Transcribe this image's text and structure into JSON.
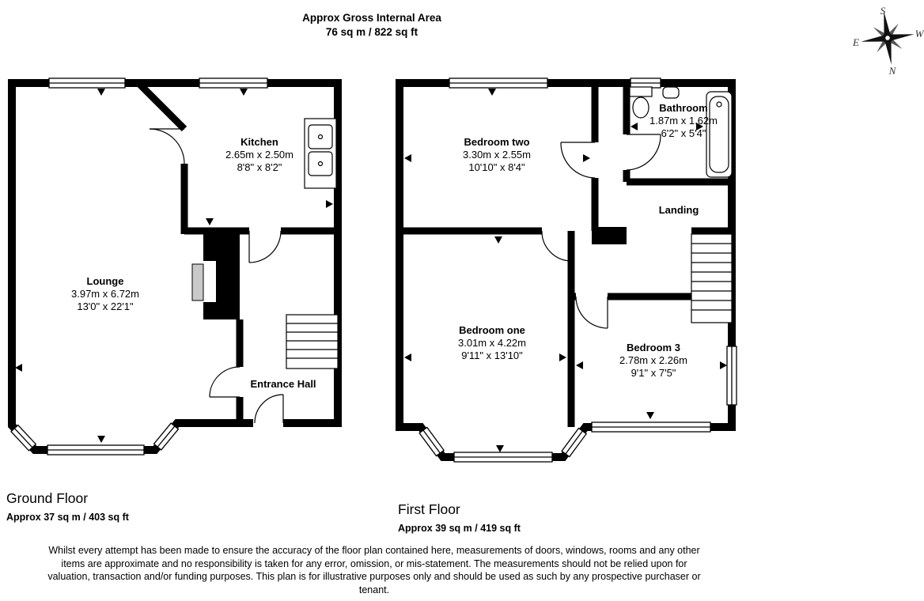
{
  "colors": {
    "wall": "#000000",
    "background": "#ffffff",
    "fixture_gray": "#c9c9c9"
  },
  "header": {
    "title": "Approx Gross Internal Area",
    "subtitle": "76 sq m / 822 sq ft"
  },
  "compass": {
    "north": "N",
    "east": "E",
    "south": "S",
    "west": "W"
  },
  "ground_floor": {
    "label": "Ground Floor",
    "area": "Approx 37 sq m / 403 sq ft",
    "rooms": {
      "lounge": {
        "name": "Lounge",
        "metric": "3.97m x 6.72m",
        "imperial": "13'0\" x 22'1\""
      },
      "kitchen": {
        "name": "Kitchen",
        "metric": "2.65m x 2.50m",
        "imperial": "8'8\" x 8'2\""
      },
      "entrance_hall": {
        "name": "Entrance Hall"
      }
    }
  },
  "first_floor": {
    "label": "First Floor",
    "area": "Approx 39 sq m / 419 sq ft",
    "rooms": {
      "bedroom_two": {
        "name": "Bedroom two",
        "metric": "3.30m x 2.55m",
        "imperial": "10'10\" x 8'4\""
      },
      "bathroom": {
        "name": "Bathroom",
        "metric": "1.87m x 1.62m",
        "imperial": "6'2\" x 5'4\""
      },
      "landing": {
        "name": "Landing"
      },
      "bedroom_one": {
        "name": "Bedroom one",
        "metric": "3.01m x 4.22m",
        "imperial": "9'11\" x 13'10\""
      },
      "bedroom_three": {
        "name": "Bedroom 3",
        "metric": "2.78m x 2.26m",
        "imperial": "9'1\" x 7'5\""
      }
    }
  },
  "disclaimer": "Whilst every attempt has been made to ensure the accuracy of the floor plan contained here, measurements of doors, windows, rooms and any other items are approximate and no responsibility is taken for any error, omission, or mis-statement. The measurements should not be relied upon for valuation, transaction and/or funding purposes. This plan is for illustrative purposes only and should be used as such by any prospective purchaser or tenant."
}
